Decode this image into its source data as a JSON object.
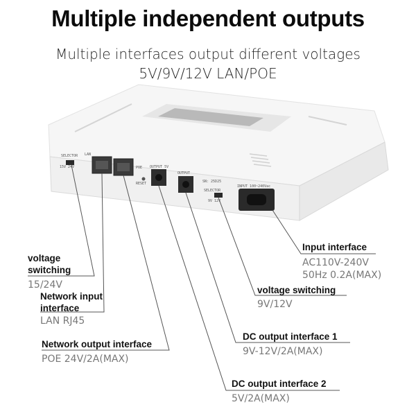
{
  "header": {
    "title": "Multiple independent outputs",
    "subtitle_line1": "Multiple interfaces output different voltages",
    "subtitle_line2": "5V/9V/12V LAN/POE"
  },
  "device": {
    "port_labels": {
      "lan": "LAN",
      "selector_left": "SELECTOR",
      "selector_left_values": "15V 24V",
      "poe": "POE",
      "reset": "RESET",
      "output_5v": "OUTPUT 5V",
      "output": "OUTPUT",
      "sn": "SN: 25D25",
      "selector_right": "SELECTOR",
      "selector_right_values": "9V 12V",
      "input": "INPUT 100~240Vac"
    }
  },
  "callouts": [
    {
      "title": "voltage\nswitching",
      "value": "15/24V"
    },
    {
      "title": "Network input\ninterface",
      "value": "LAN RJ45"
    },
    {
      "title": "Network output interface",
      "value": "POE 24V/2A(MAX)"
    },
    {
      "title": "Input interface",
      "value": "AC110V-240V\n50Hz 0.2A(MAX)"
    },
    {
      "title": "voltage switching",
      "value": "9V/12V"
    },
    {
      "title": "DC output interface 1",
      "value": "9V-12V/2A(MAX)"
    },
    {
      "title": "DC output interface 2",
      "value": "5V/2A(MAX)"
    }
  ],
  "colors": {
    "device_body": "#f4f4f4",
    "device_edge": "#dcdcdc",
    "leader_line": "#555555",
    "value_text": "#777777"
  }
}
